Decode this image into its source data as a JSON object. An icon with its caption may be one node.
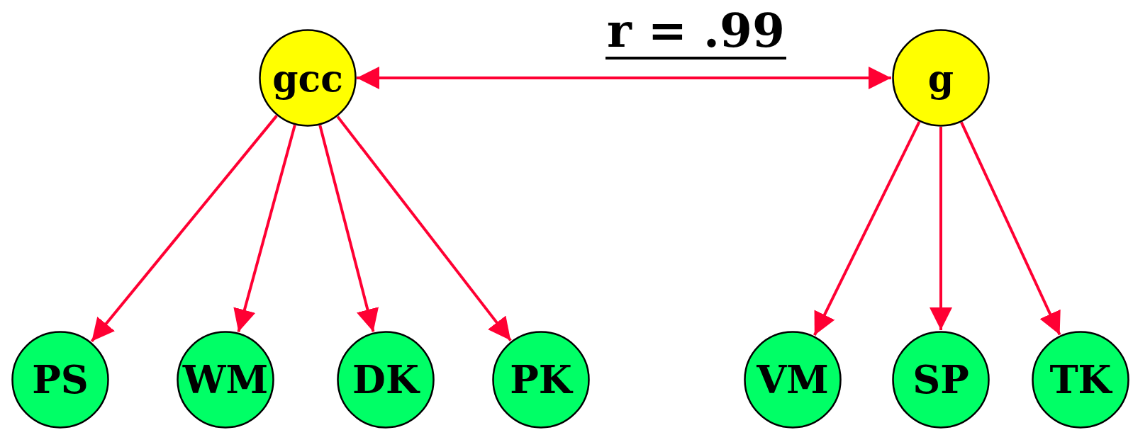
{
  "diagram": {
    "nodes": [
      {
        "text": [
          "gcc"
        ]
      },
      {
        "text": [
          "g"
        ]
      },
      {
        "text": [
          "PS"
        ]
      },
      {
        "text": [
          "WM"
        ]
      },
      {
        "text": [
          "DK"
        ]
      },
      {
        "text": [
          "PK"
        ]
      },
      {
        "text": [
          "VM"
        ]
      },
      {
        "text": [
          "SP"
        ]
      },
      {
        "text": [
          "TK"
        ]
      }
    ],
    "edges": [
      {
        "from": 0,
        "to": 1,
        "arrow": "both"
      },
      {
        "from": 0,
        "to": 2,
        "arrow": "to"
      },
      {
        "from": 0,
        "to": 3,
        "arrow": "to"
      },
      {
        "from": 0,
        "to": 4,
        "arrow": "to"
      },
      {
        "from": 0,
        "to": 5,
        "arrow": "to"
      },
      {
        "from": 1,
        "to": 6,
        "arrow": "to"
      },
      {
        "from": 1,
        "to": 7,
        "arrow": "to"
      },
      {
        "from": 1,
        "to": 8,
        "arrow": "to"
      }
    ],
    "labels": [
      "r = .99"
    ]
  }
}
